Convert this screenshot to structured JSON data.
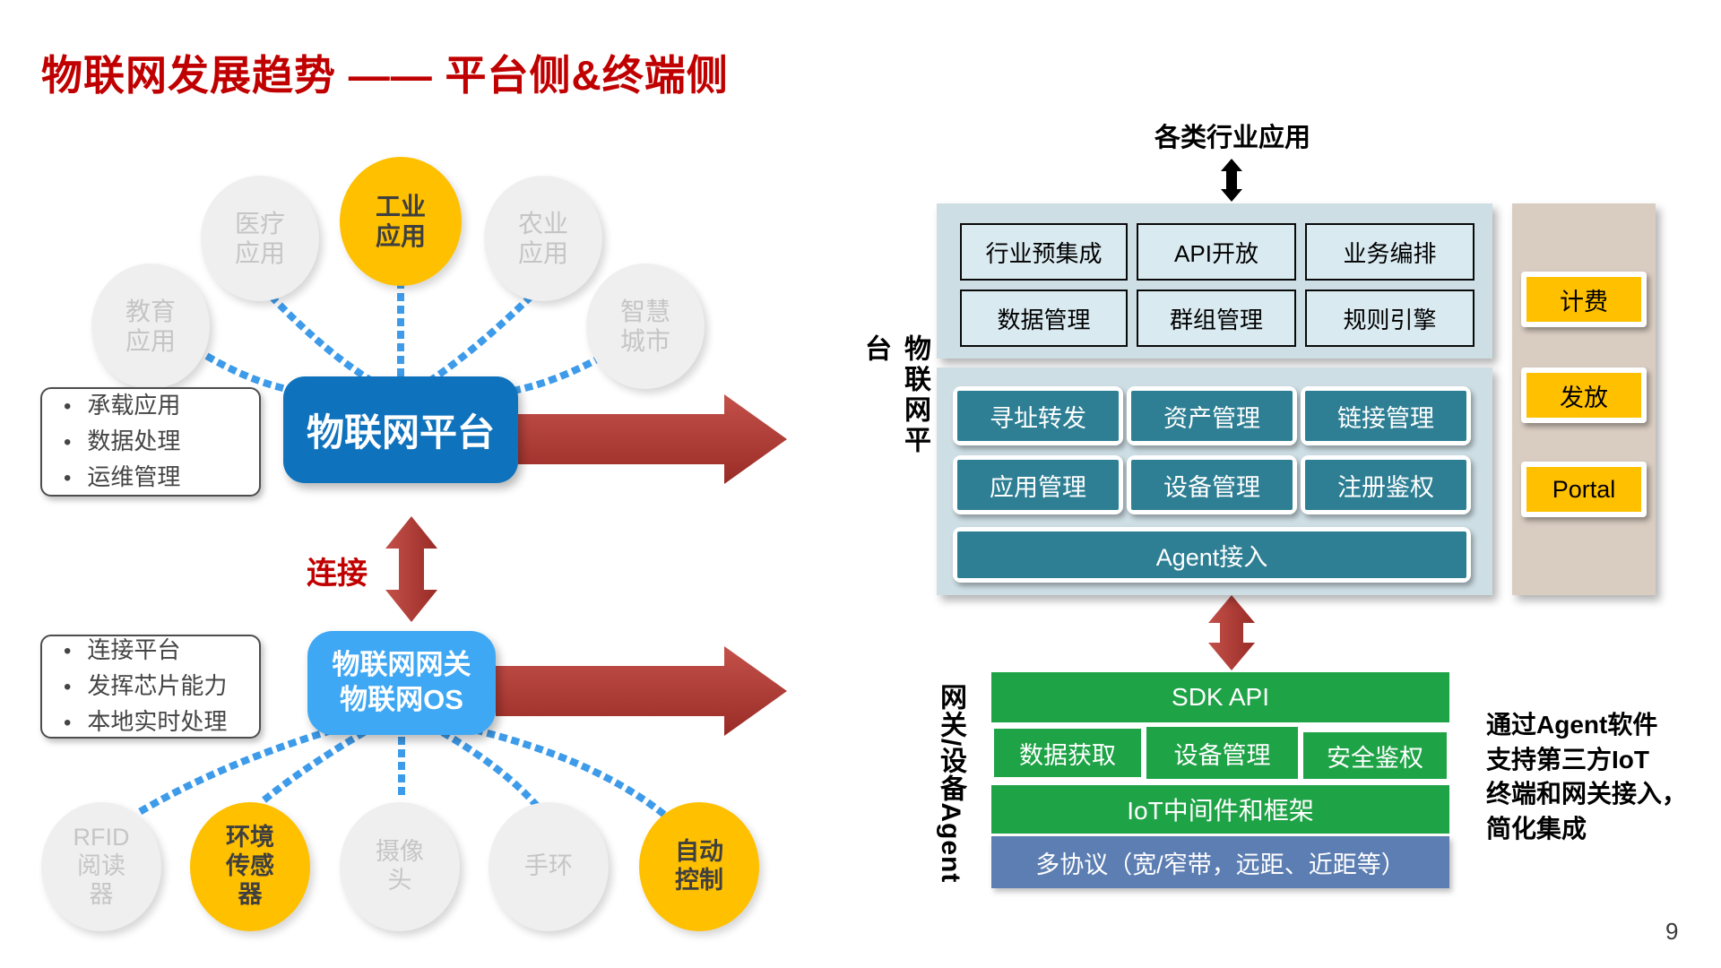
{
  "page": {
    "title": "物联网发展趋势 —— 平台侧&终端侧",
    "number": "9"
  },
  "colors": {
    "title_red": "#C00000",
    "platform_blue": "#0F72BC",
    "gateway_blue": "#3FA8F4",
    "highlight_yellow": "#FFC000",
    "gray_circle": "#EFEFEF",
    "dotted_line_blue": "#3D9BE9",
    "arrow_red": "#A93530",
    "panel_bluegray": "#CDDEE4",
    "module_lightblue": "#DAEAF1",
    "module_teal": "#2E7F94",
    "panel_tan": "#D9CCC1",
    "stack_green": "#1FA347",
    "protocol_blue": "#5C7EB2"
  },
  "diagram": {
    "app_circles": [
      {
        "label": "教育\n应用",
        "highlight": false
      },
      {
        "label": "医疗\n应用",
        "highlight": false
      },
      {
        "label": "工业\n应用",
        "highlight": true
      },
      {
        "label": "农业\n应用",
        "highlight": false
      },
      {
        "label": "智慧\n城市",
        "highlight": false
      }
    ],
    "platform_label": "物联网平台",
    "platform_notes": [
      "承载应用",
      "数据处理",
      "运维管理"
    ],
    "connect_label": "连接",
    "gateway_label": "物联网网关\n物联网OS",
    "gateway_notes": [
      "连接平台",
      "发挥芯片能力",
      "本地实时处理"
    ],
    "device_circles": [
      {
        "label": "RFID\n阅读\n器",
        "highlight": false
      },
      {
        "label": "环境\n传感\n器",
        "highlight": true
      },
      {
        "label": "摄像\n头",
        "highlight": false
      },
      {
        "label": "手环",
        "highlight": false
      },
      {
        "label": "自动\n控制",
        "highlight": true
      }
    ]
  },
  "stack": {
    "top_label": "各类行业应用",
    "side_label": "物联网平台",
    "upper_boxes": [
      "行业预集成",
      "API开放",
      "业务编排",
      "数据管理",
      "群组管理",
      "规则引擎"
    ],
    "core_boxes": [
      "寻址转发",
      "资产管理",
      "链接管理",
      "应用管理",
      "设备管理",
      "注册鉴权"
    ],
    "agent_bar": "Agent接入",
    "ops_boxes": [
      "计费",
      "发放",
      "Portal"
    ]
  },
  "device": {
    "side_label": "网关/设备Agent",
    "sdk_bar": "SDK API",
    "middle_boxes": [
      "数据获取",
      "设备管理",
      "安全鉴权"
    ],
    "framework_bar": "IoT中间件和框架",
    "protocol_bar": "多协议（宽/窄带，远距、近距等）",
    "note": "通过Agent软件\n支持第三方IoT\n终端和网关接入，\n简化集成"
  }
}
